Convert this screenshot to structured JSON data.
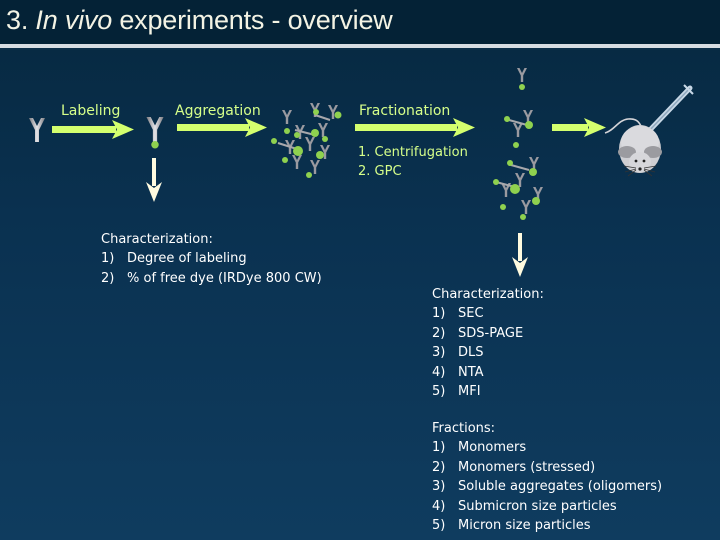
{
  "slide": {
    "title_prefix": "3. ",
    "title_italic": "In vivo",
    "title_suffix": " experiments - overview"
  },
  "flow": {
    "step1_label": "Labeling",
    "step2_label": "Aggregation",
    "step3_label": "Fractionation",
    "fractionation_methods": [
      "1. Centrifugation",
      "2. GPC"
    ],
    "arrow_color": "#d4ff6e",
    "down_arrow_color": "#fffbe0",
    "dye_color": "#8fd14f",
    "antibody_color": "#a8a8ac"
  },
  "characterization_left": {
    "heading": "Characterization:",
    "items": [
      {
        "num": "1)",
        "text": "Degree of labeling"
      },
      {
        "num": "2)",
        "text": "% of free dye (IRDye 800 CW)"
      }
    ]
  },
  "characterization_right": {
    "heading": "Characterization:",
    "items": [
      {
        "num": "1)",
        "text": "SEC"
      },
      {
        "num": "2)",
        "text": "SDS-PAGE"
      },
      {
        "num": "3)",
        "text": "DLS"
      },
      {
        "num": "4)",
        "text": "NTA"
      },
      {
        "num": "5)",
        "text": "MFI"
      }
    ]
  },
  "fractions": {
    "heading": "Fractions:",
    "items": [
      {
        "num": "1)",
        "text": "Monomers"
      },
      {
        "num": "2)",
        "text": "Monomers (stressed)"
      },
      {
        "num": "3)",
        "text": "Soluble aggregates (oligomers)"
      },
      {
        "num": "4)",
        "text": "Submicron size particles"
      },
      {
        "num": "5)",
        "text": "Micron size particles"
      }
    ]
  },
  "icons": {
    "antibody": "antibody-y-icon",
    "labeled_antibody": "labeled-antibody-icon",
    "aggregate": "aggregate-cluster-icon",
    "mouse": "mouse-icon",
    "syringe": "syringe-icon"
  }
}
